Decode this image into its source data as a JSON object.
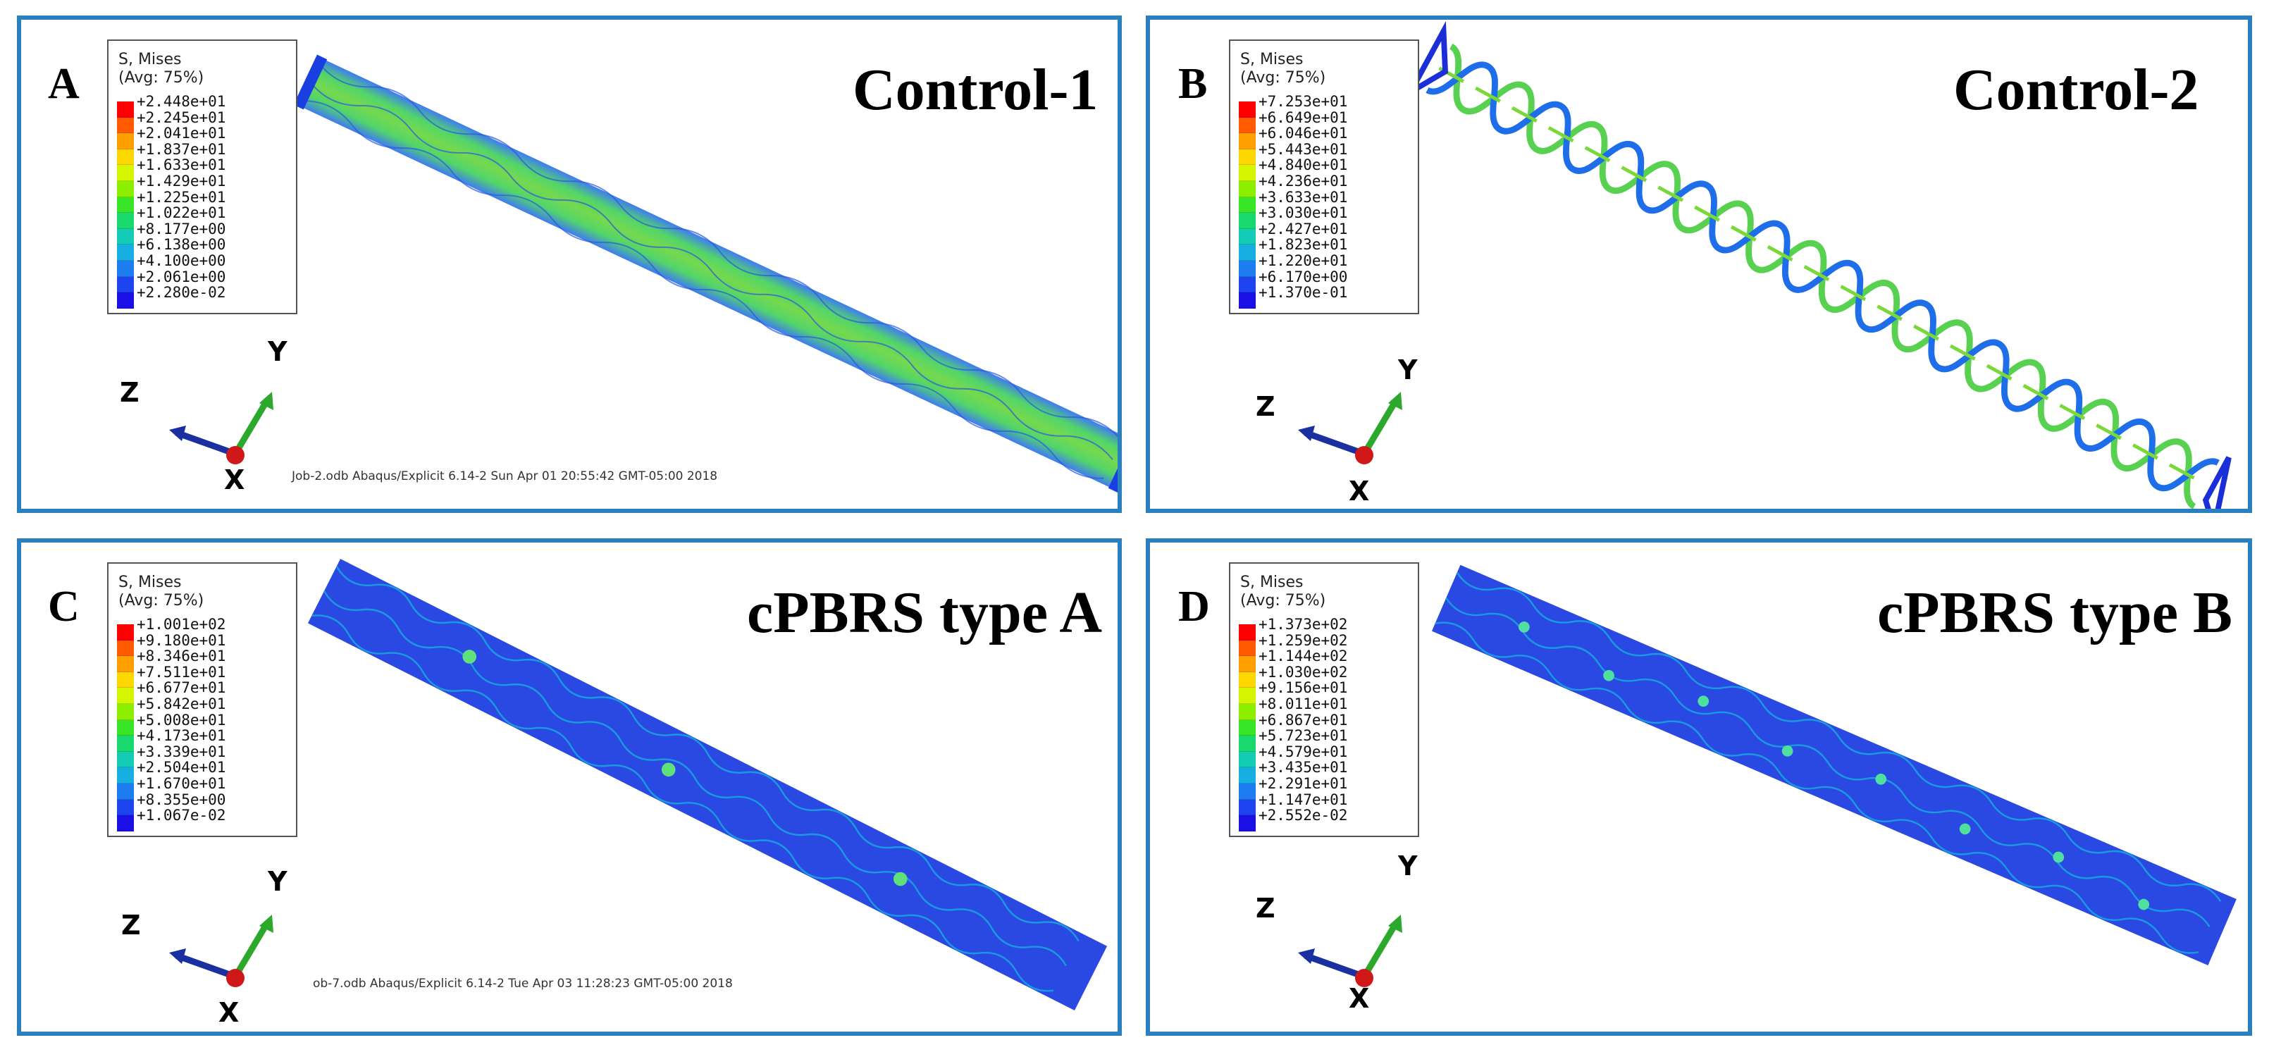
{
  "colormap": [
    "#ff0000",
    "#ff5a00",
    "#ffa000",
    "#ffd700",
    "#d4f500",
    "#8cef00",
    "#38e428",
    "#19d86e",
    "#14cbb6",
    "#17aee2",
    "#1d7cf0",
    "#1e44f0",
    "#1a10e6"
  ],
  "panels": [
    {
      "label": "A",
      "title": "Control-1",
      "legend_title_1": "S, Mises",
      "legend_title_2": "(Avg: 75%)",
      "legend_values": [
        "+2.448e+01",
        "+2.245e+01",
        "+2.041e+01",
        "+1.837e+01",
        "+1.633e+01",
        "+1.429e+01",
        "+1.225e+01",
        "+1.022e+01",
        "+8.177e+00",
        "+6.138e+00",
        "+4.100e+00",
        "+2.061e+00",
        "+2.280e-02"
      ],
      "axis": {
        "x": "X",
        "y": "Y",
        "z": "Z"
      },
      "footer": "Job-2.odb   Abaqus/Explicit 6.14-2    Sun Apr 01 20:55:42 GMT-05:00 2018"
    },
    {
      "label": "B",
      "title": "Control-2",
      "legend_title_1": "S, Mises",
      "legend_title_2": "(Avg: 75%)",
      "legend_values": [
        "+7.253e+01",
        "+6.649e+01",
        "+6.046e+01",
        "+5.443e+01",
        "+4.840e+01",
        "+4.236e+01",
        "+3.633e+01",
        "+3.030e+01",
        "+2.427e+01",
        "+1.823e+01",
        "+1.220e+01",
        "+6.170e+00",
        "+1.370e-01"
      ],
      "axis": {
        "x": "X",
        "y": "Y",
        "z": "Z"
      },
      "footer": ""
    },
    {
      "label": "C",
      "title": "cPBRS type A",
      "legend_title_1": "S, Mises",
      "legend_title_2": "(Avg: 75%)",
      "legend_values": [
        "+1.001e+02",
        "+9.180e+01",
        "+8.346e+01",
        "+7.511e+01",
        "+6.677e+01",
        "+5.842e+01",
        "+5.008e+01",
        "+4.173e+01",
        "+3.339e+01",
        "+2.504e+01",
        "+1.670e+01",
        "+8.355e+00",
        "+1.067e-02"
      ],
      "axis": {
        "x": "X",
        "y": "Y",
        "z": "Z"
      },
      "footer": "ob-7.odb   Abaqus/Explicit 6.14-2    Tue Apr 03 11:28:23 GMT-05:00 2018"
    },
    {
      "label": "D",
      "title": "cPBRS type B",
      "legend_title_1": "S, Mises",
      "legend_title_2": "(Avg: 75%)",
      "legend_values": [
        "+1.373e+02",
        "+1.259e+02",
        "+1.144e+02",
        "+1.030e+02",
        "+9.156e+01",
        "+8.011e+01",
        "+6.867e+01",
        "+5.723e+01",
        "+4.579e+01",
        "+3.435e+01",
        "+2.291e+01",
        "+1.147e+01",
        "+2.552e-02"
      ],
      "axis": {
        "x": "X",
        "y": "Y",
        "z": "Z"
      },
      "footer": ""
    }
  ]
}
